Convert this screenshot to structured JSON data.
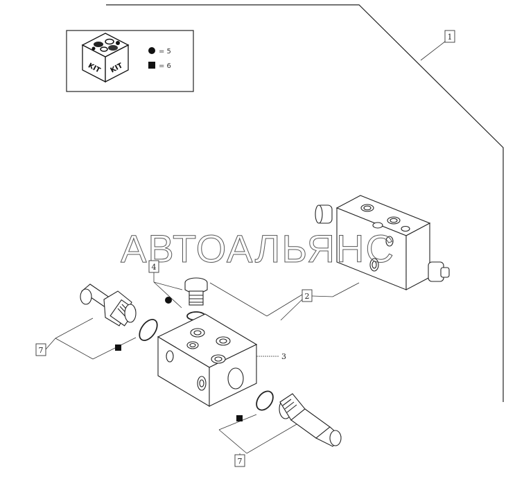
{
  "watermark": "АВТОАЛЬЯНС",
  "kit_legend": {
    "kit_word_left": "KIT",
    "kit_word_right": "KIT",
    "circle_text": "= 5",
    "square_text": "= 6"
  },
  "callouts": {
    "c1": "1",
    "c2": "2",
    "c3": "3",
    "c4": "4",
    "c7_left": "7",
    "c7_bottom": "7"
  }
}
